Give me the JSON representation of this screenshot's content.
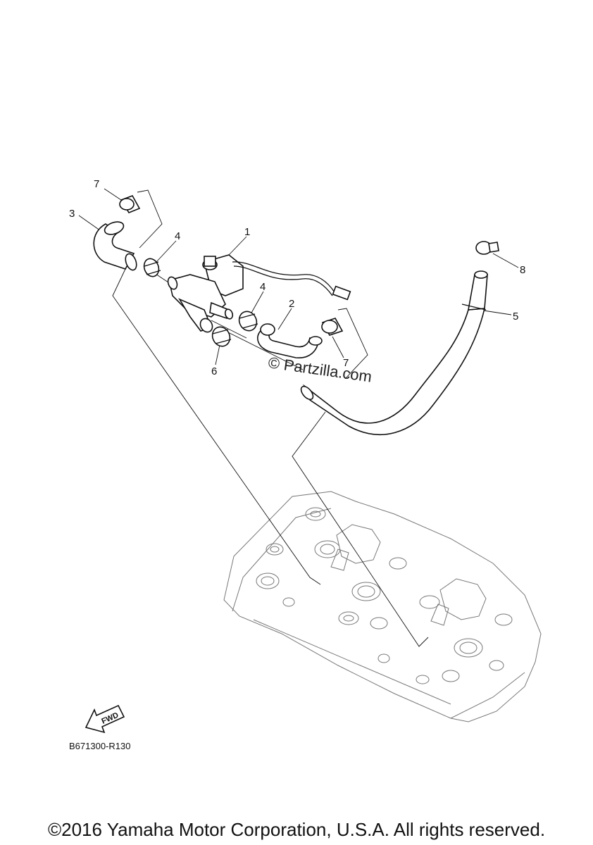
{
  "diagram": {
    "callouts": {
      "c1": "1",
      "c2": "2",
      "c3": "3",
      "c4a": "4",
      "c4b": "4",
      "c5": "5",
      "c6": "6",
      "c7a": "7",
      "c7b": "7",
      "c8": "8"
    },
    "watermark": "© Partzilla.com",
    "fwd_label": "FWD",
    "drawing_code": "B671300-R130",
    "copyright": "©2016 Yamaha Motor Corporation, U.S.A. All rights reserved."
  }
}
